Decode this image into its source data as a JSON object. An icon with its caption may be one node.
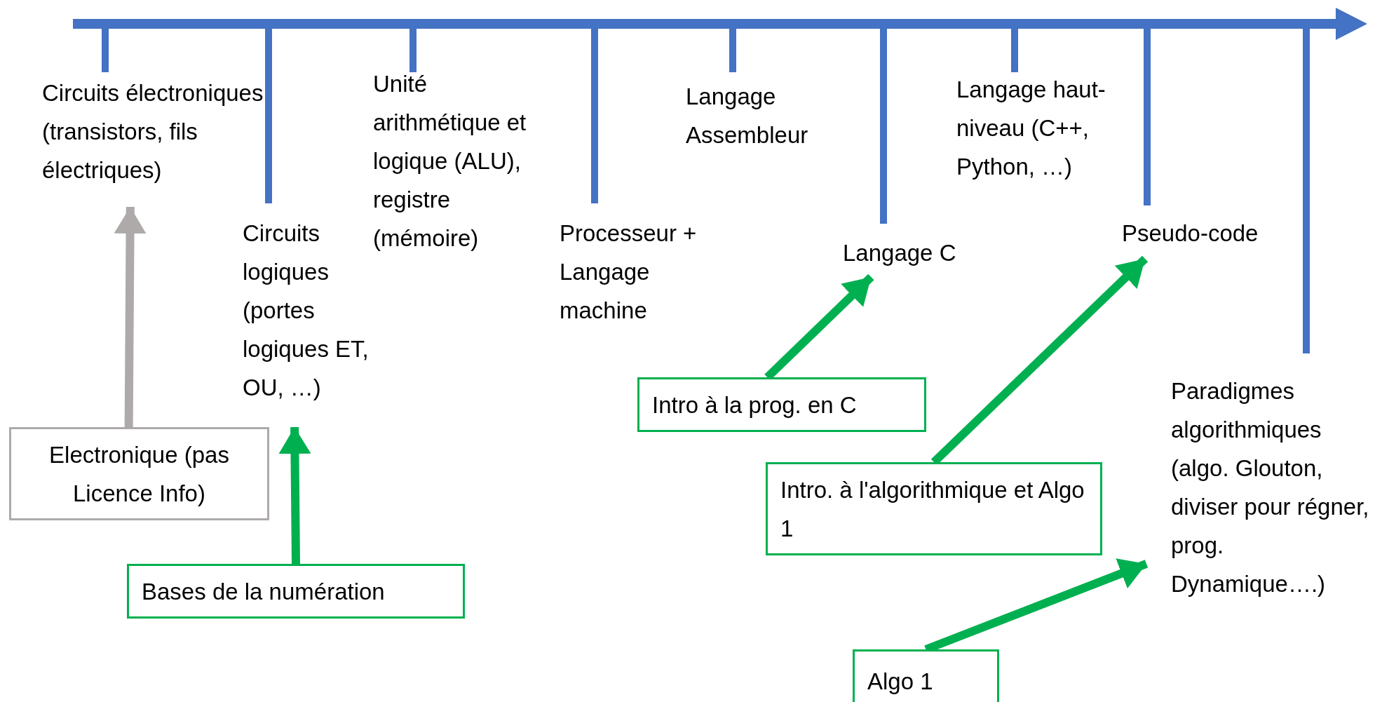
{
  "diagram": {
    "nodes": [
      {
        "text": [
          "Circuits électroniques (transistors, fils électriques)"
        ]
      },
      {
        "text": [
          "Circuits logiques (portes logiques ET, OU, …)"
        ]
      },
      {
        "text": [
          "Unité arithmétique et logique (ALU), registre (mémoire)"
        ]
      },
      {
        "text": [
          "Processeur + Langage machine"
        ]
      },
      {
        "text": [
          "Langage Assembleur"
        ]
      },
      {
        "text": [
          "Langage C"
        ]
      },
      {
        "text": [
          "Langage haut-niveau (C++, Python, …)"
        ]
      },
      {
        "text": [
          "Pseudo-code"
        ]
      },
      {
        "text": [
          "Paradigmes algorithmiques (algo. Glouton, diviser pour régner, prog. Dynamique….)"
        ]
      },
      {
        "text": [
          "Electronique (pas Licence Info)"
        ]
      },
      {
        "text": [
          "Bases de la numération"
        ]
      },
      {
        "text": [
          "Intro à la prog. en C"
        ]
      },
      {
        "text": [
          "Intro. à l'algorithmique et Algo 1"
        ]
      },
      {
        "text": [
          "Algo 1"
        ]
      }
    ],
    "edges": [
      {
        "from": 9,
        "to": 0,
        "arrow": "to",
        "color": "#aeaaaa"
      },
      {
        "from": 10,
        "to": 1,
        "arrow": "to"
      },
      {
        "from": 11,
        "to": 5,
        "arrow": "to"
      },
      {
        "from": 12,
        "to": 7,
        "arrow": "to"
      },
      {
        "from": 13,
        "to": 8,
        "arrow": "to"
      }
    ]
  }
}
